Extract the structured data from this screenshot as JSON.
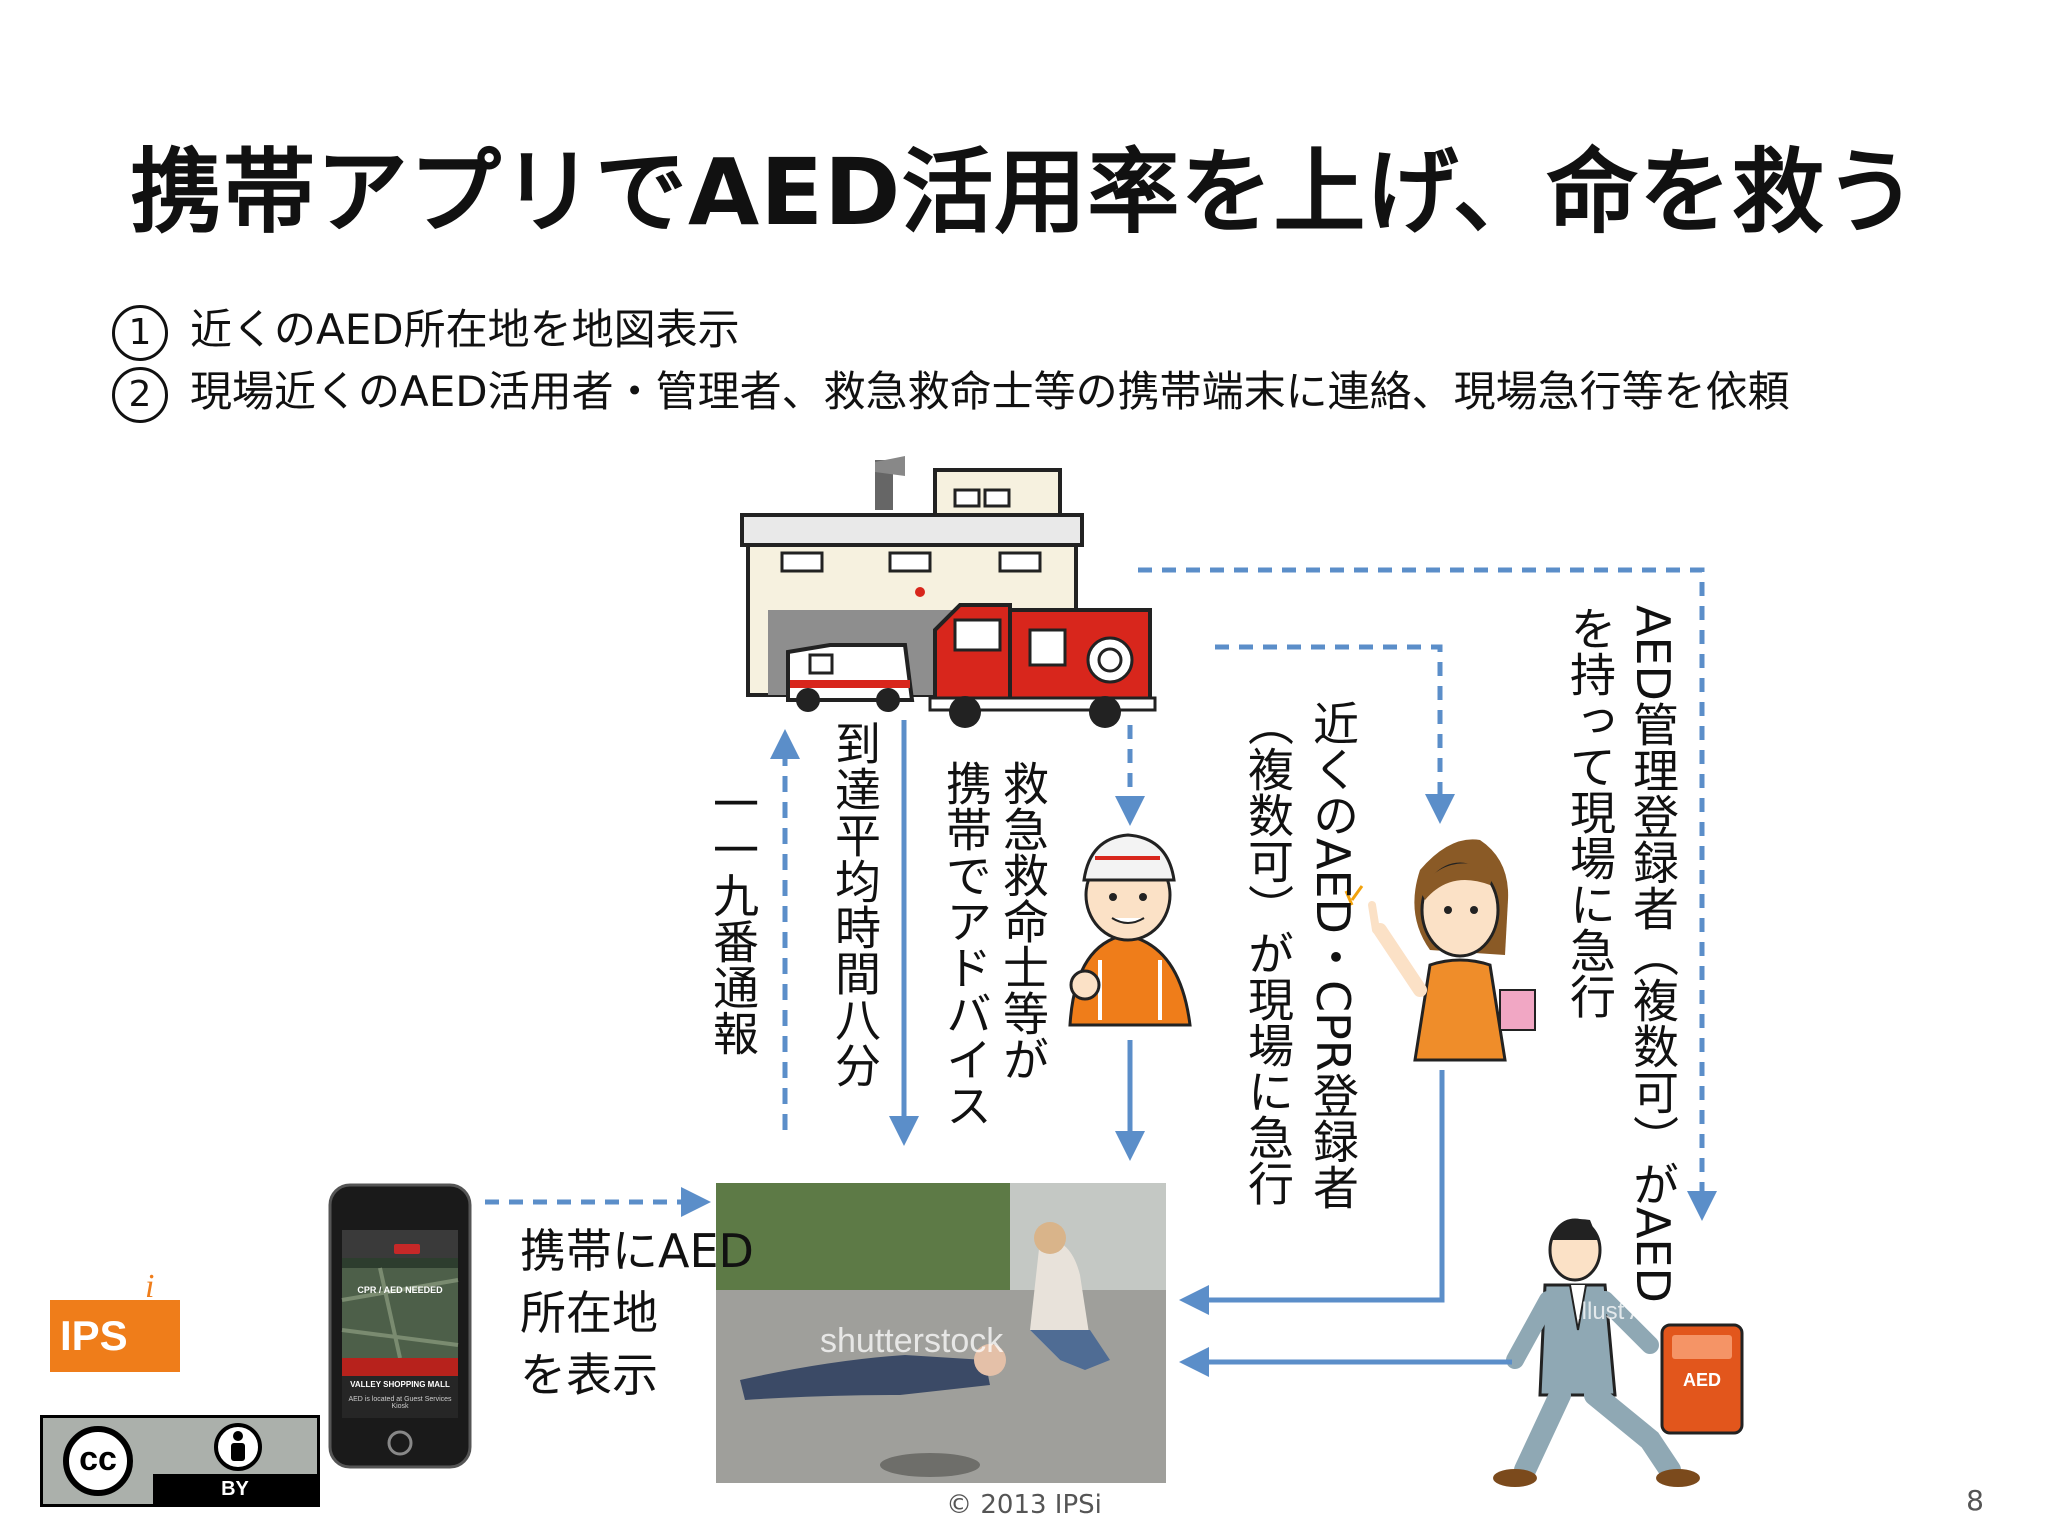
{
  "slide": {
    "title": "携帯アプリでAED活用率を上げ、命を救う",
    "bullets": [
      {
        "num": "1",
        "text": "近くのAED所在地を地図表示"
      },
      {
        "num": "2",
        "text": "現場近くのAED活用者・管理者、救急救命士等の携帯端末に連絡、現場急行等を依頼"
      }
    ],
    "labels": {
      "call_119": "一一九番通報",
      "arrival_time": "到達平均時間八分",
      "paramedic_advice_1": "救急救命士等が",
      "paramedic_advice_2": "携帯でアドバイス",
      "nearby_rush_1": "近くのAED・CPR登録者",
      "nearby_rush_2": "（複数可）が現場に急行",
      "manager_rush_1": "AED管理登録者（複数可）がAED",
      "manager_rush_2": "を持って現場に急行",
      "phone_display_1": "携帯にAED",
      "phone_display_2": "所在地",
      "phone_display_3": "を表示"
    },
    "images": {
      "shutterstock_watermark": "shutterstock",
      "aed_box_label": "AED",
      "illust_watermark": "Illust AC"
    },
    "phone_screen": {
      "header": "CPR / AED NEEDED",
      "place": "VALLEY SHOPPING MALL",
      "info": "AED is located at Guest Services Kiosk"
    },
    "logos": {
      "ips": "IPS",
      "ips_i": "i",
      "cc": "cc",
      "by": "BY"
    },
    "footer": "© 2013 IPSi",
    "page_number": "8",
    "colors": {
      "arrow": "#5b8ec9",
      "ips_orange": "#ef7d1a",
      "truck_red": "#d8261c"
    }
  }
}
